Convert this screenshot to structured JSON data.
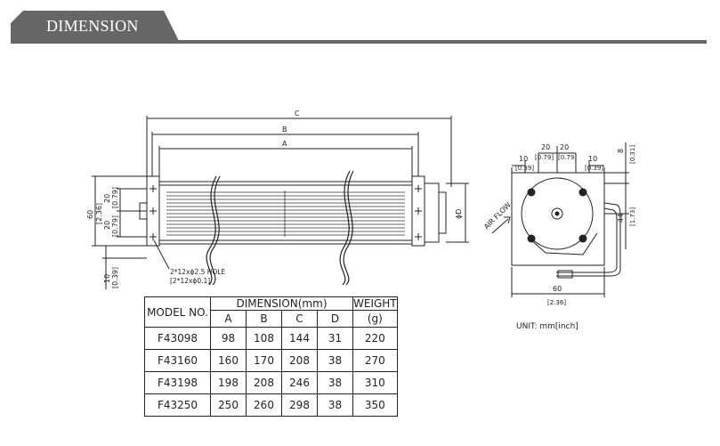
{
  "header": {
    "title": "DIMENSION"
  },
  "drawing": {
    "side_view": {
      "dim_c": "C",
      "dim_b": "B",
      "dim_a": "A",
      "dim_d": "ϕD",
      "dim_60": "60",
      "dim_236": "[2.36]",
      "dim_20_top": "20",
      "dim_079_top": "[0.79]",
      "dim_20_bot": "20",
      "dim_079_bot": "[0.79]",
      "dim_10": "10",
      "dim_039": "[0.39]",
      "hole_label": "2*12xϕ2.5 HOLE",
      "hole_label_inch": "[2*12xϕ0.1]"
    },
    "end_view": {
      "dim_20a": "20",
      "dim_20b": "20",
      "dim_079a": "[0.79]",
      "dim_079b": "[0.79]",
      "dim_10l": "10",
      "dim_039l": "[0.39]",
      "dim_10r": "10",
      "dim_039r": "[0.39]",
      "dim_8": "8",
      "dim_031": "[0.31]",
      "dim_44": "44",
      "dim_173": "[1.73]",
      "dim_60": "60",
      "dim_236": "[2.36]",
      "air_flow": "AIR FLOW"
    }
  },
  "unit_note": "UNIT: mm[inch]",
  "table": {
    "model_header": "MODEL NO.",
    "dimension_header": "DIMENSION(mm)",
    "weight_header": "WEIGHT",
    "weight_unit": "(g)",
    "sub_headers": [
      "A",
      "B",
      "C",
      "D"
    ],
    "rows": [
      {
        "model": "F43098",
        "a": "98",
        "b": "108",
        "c": "144",
        "d": "31",
        "weight": "220"
      },
      {
        "model": "F43160",
        "a": "160",
        "b": "170",
        "c": "208",
        "d": "38",
        "weight": "270"
      },
      {
        "model": "F43198",
        "a": "198",
        "b": "208",
        "c": "246",
        "d": "38",
        "weight": "310"
      },
      {
        "model": "F43250",
        "a": "250",
        "b": "260",
        "c": "298",
        "d": "38",
        "weight": "350"
      }
    ]
  }
}
